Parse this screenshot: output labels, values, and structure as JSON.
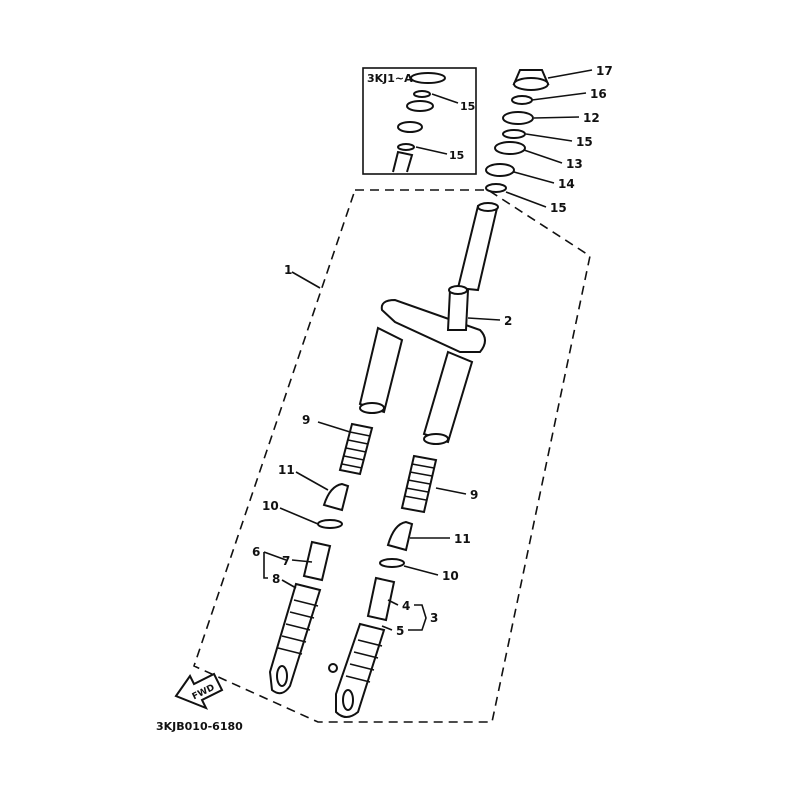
{
  "inset": {
    "model": "3KJ1~A",
    "callouts": [
      "15",
      "15"
    ]
  },
  "callouts": [
    {
      "id": "c17",
      "label": "17"
    },
    {
      "id": "c16",
      "label": "16"
    },
    {
      "id": "c12",
      "label": "12"
    },
    {
      "id": "c15a",
      "label": "15"
    },
    {
      "id": "c13",
      "label": "13"
    },
    {
      "id": "c14",
      "label": "14"
    },
    {
      "id": "c15b",
      "label": "15"
    },
    {
      "id": "c1",
      "label": "1"
    },
    {
      "id": "c2",
      "label": "2"
    },
    {
      "id": "c9a",
      "label": "9"
    },
    {
      "id": "c9b",
      "label": "9"
    },
    {
      "id": "c11a",
      "label": "11"
    },
    {
      "id": "c11b",
      "label": "11"
    },
    {
      "id": "c10a",
      "label": "10"
    },
    {
      "id": "c10b",
      "label": "10"
    },
    {
      "id": "c6",
      "label": "6"
    },
    {
      "id": "c7",
      "label": "7"
    },
    {
      "id": "c8",
      "label": "8"
    },
    {
      "id": "c4",
      "label": "4"
    },
    {
      "id": "c3",
      "label": "3"
    },
    {
      "id": "c5",
      "label": "5"
    }
  ],
  "direction_badge": "FWD",
  "drawing_code": "3KJB010-6180"
}
